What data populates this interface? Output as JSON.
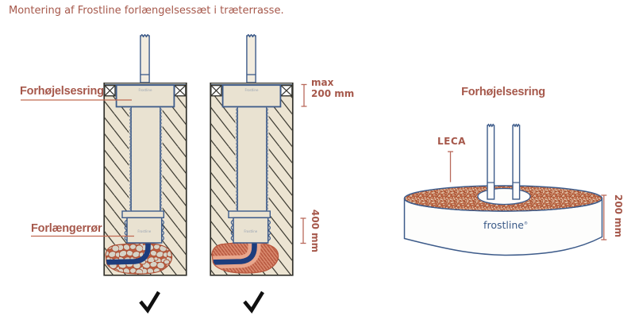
{
  "title": "Montering af Frostline forlængelsessæt i træterrasse.",
  "unit_label": "Frostline",
  "labels": {
    "ring": "Forhøjelsesring",
    "tube": "Forlængerrør",
    "max_line1": "max",
    "max_line2": "200 mm",
    "dim_400": "400 mm"
  },
  "right": {
    "heading": "Forhøjelsesring",
    "leca": "LECA",
    "logo": "frostline",
    "logo_mark": "®",
    "dim_200": "200 mm"
  },
  "icons": {
    "check": "✓"
  },
  "colors": {
    "accent_red": "#a6584b",
    "leader_red": "#c06a52",
    "navy": "#3d5b8a",
    "pipe_blue": "#1d3d7d",
    "terracotta": "#b65e3d",
    "ground_beige": "#ece4d2"
  }
}
